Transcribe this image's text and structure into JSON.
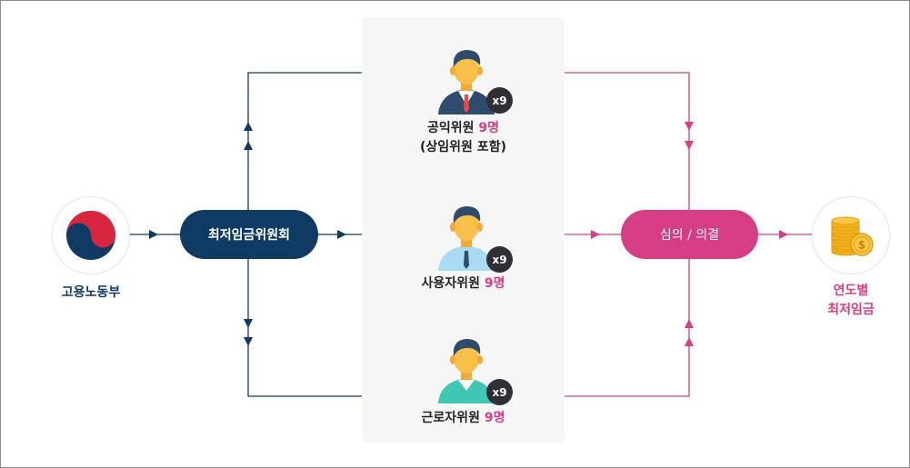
{
  "ministry": {
    "label": "고용노동부",
    "icon": "taegeuk-emblem-icon"
  },
  "committee": {
    "label": "최저임금위원회"
  },
  "deliberation": {
    "label": "심의 / 의결"
  },
  "result": {
    "line1": "연도별",
    "line2": "최저임금",
    "icon": "gold-coins-icon"
  },
  "members": [
    {
      "name": "공익위원",
      "count": "9명",
      "sub": "(상임위원 포함)",
      "badge": "x9",
      "shirt": "#ffffff",
      "suit": "#2f4b6e",
      "tie": "#e84a4a"
    },
    {
      "name": "사용자위원",
      "count": "9명",
      "sub": "",
      "badge": "x9",
      "shirt": "#a9dcf2",
      "tie": "#2f4b6e"
    },
    {
      "name": "근로자위원",
      "count": "9명",
      "sub": "",
      "badge": "x9",
      "shirt": "#3fc7b3"
    }
  ],
  "colors": {
    "navy": "#0f3a63",
    "pink": "#d63d84",
    "badge": "#2f2f35"
  }
}
